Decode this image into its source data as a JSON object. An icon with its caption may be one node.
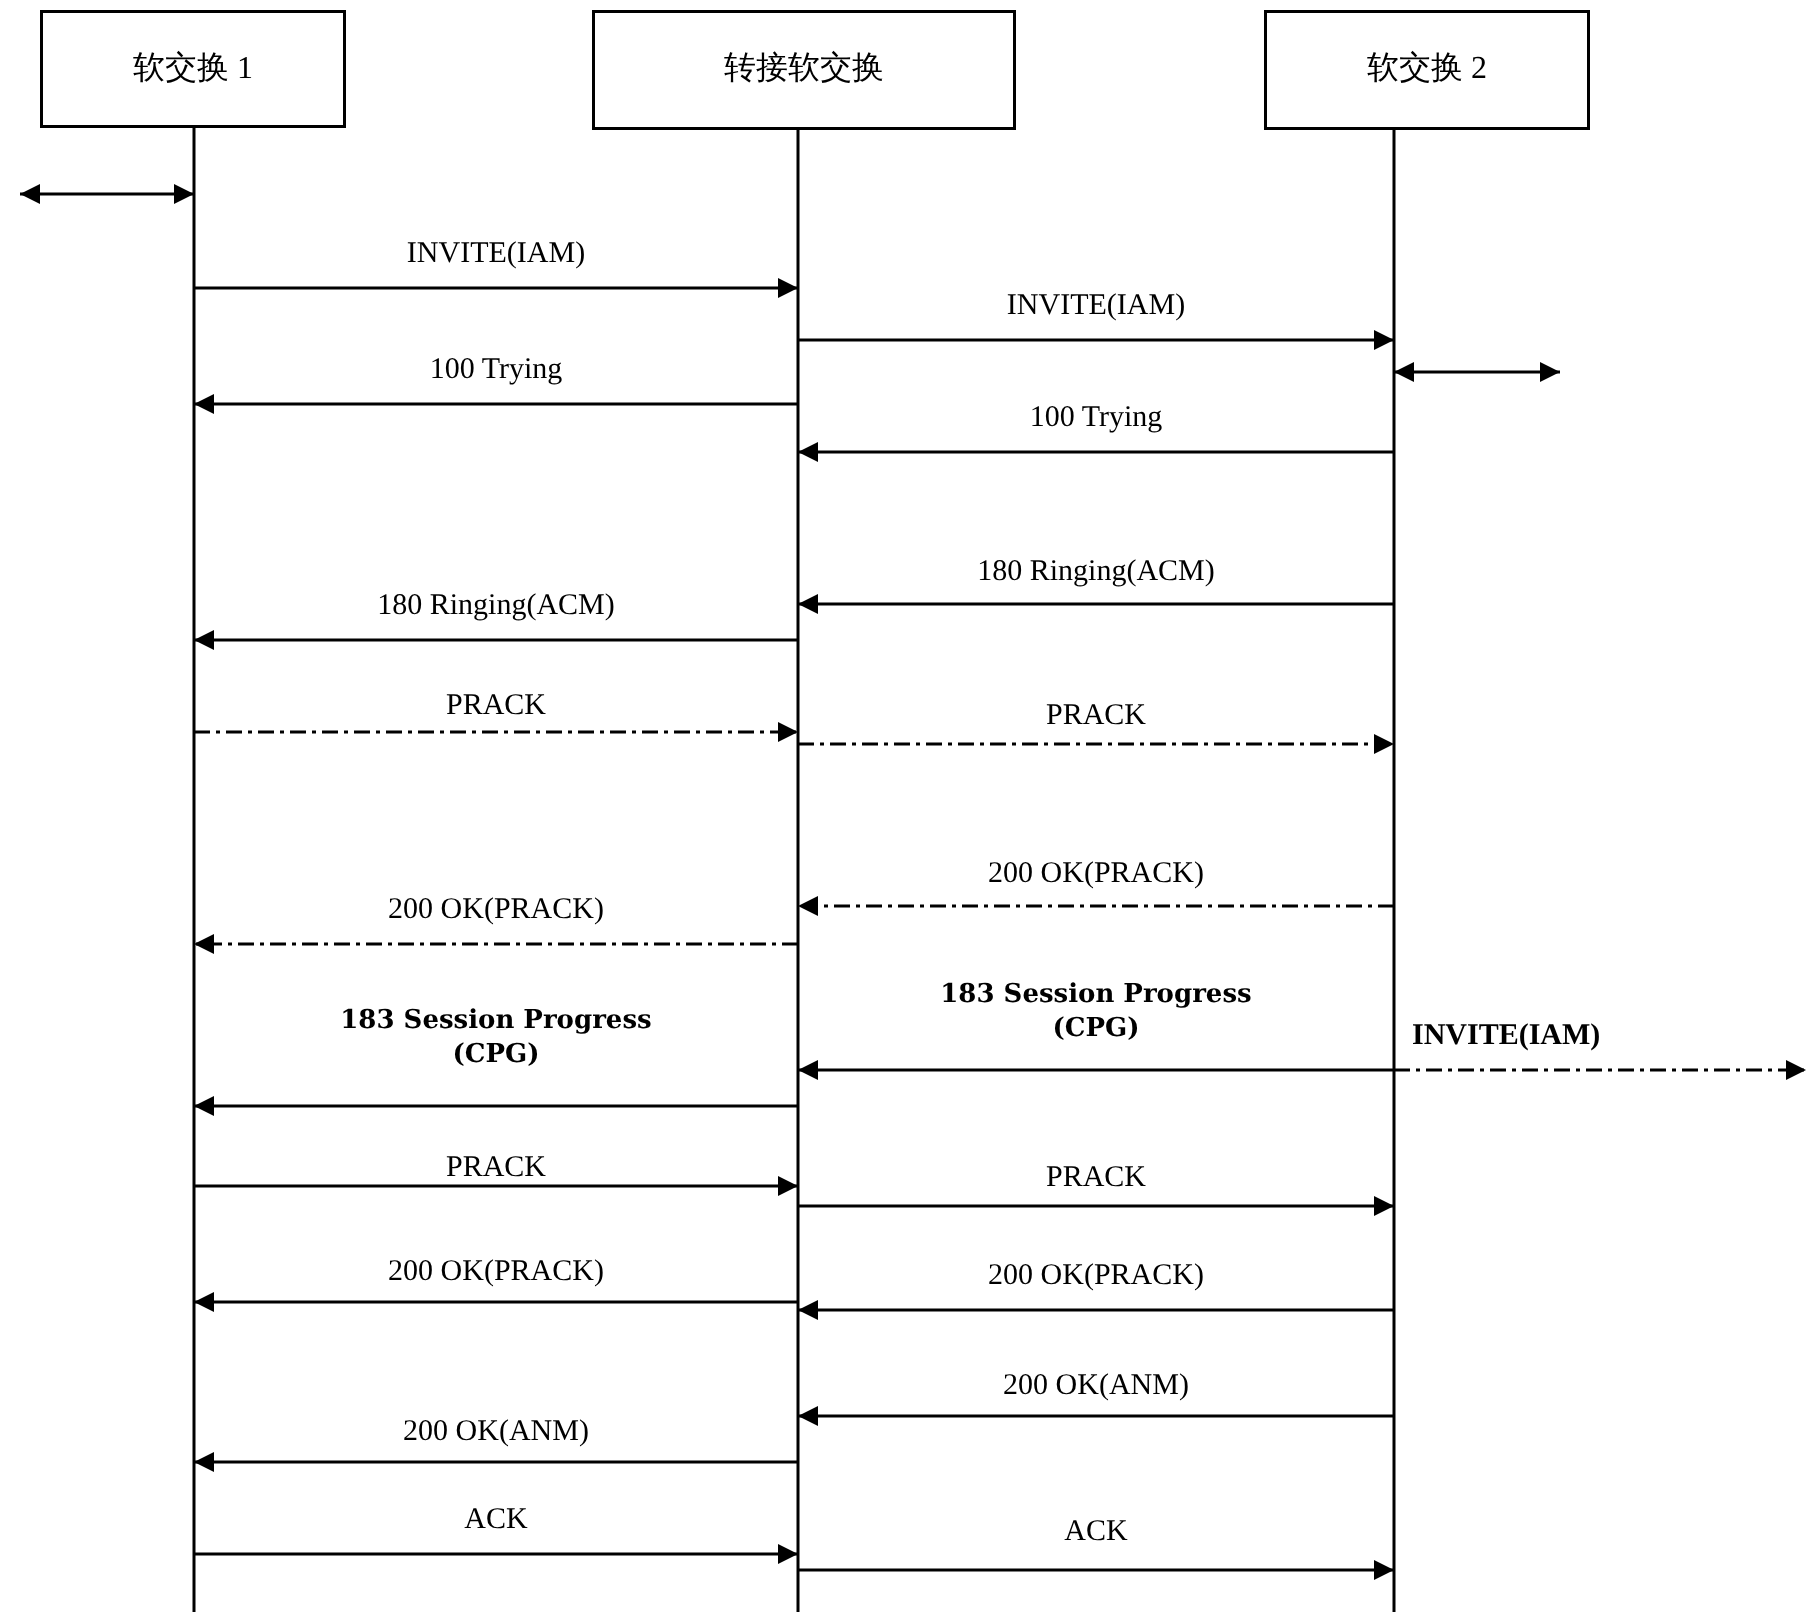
{
  "diagram": {
    "nodes": [
      {
        "text": [
          "软交换 1"
        ]
      },
      {
        "text": [
          "转接软交换"
        ]
      },
      {
        "text": [
          "软交换 2"
        ]
      }
    ],
    "edges": [
      {
        "from": null,
        "to": 0,
        "arrow": "both"
      },
      {
        "from": 0,
        "to": 1,
        "arrow": "to",
        "label": "INVITE(IAM)"
      },
      {
        "from": 1,
        "to": 2,
        "arrow": "to",
        "label": "INVITE(IAM)"
      },
      {
        "from": 2,
        "to": null,
        "arrow": "both"
      },
      {
        "from": 1,
        "to": 0,
        "arrow": "to",
        "label": "100 Trying"
      },
      {
        "from": 2,
        "to": 1,
        "arrow": "to",
        "label": "100 Trying"
      },
      {
        "from": 2,
        "to": 1,
        "arrow": "to",
        "label": "180 Ringing(ACM)"
      },
      {
        "from": 1,
        "to": 0,
        "arrow": "to",
        "label": "180 Ringing(ACM)"
      },
      {
        "from": 0,
        "to": 1,
        "arrow": "to",
        "label": "PRACK",
        "style": "dashed"
      },
      {
        "from": 1,
        "to": 2,
        "arrow": "to",
        "label": "PRACK",
        "style": "dashed"
      },
      {
        "from": 2,
        "to": 1,
        "arrow": "to",
        "label": "200 OK(PRACK)",
        "style": "dashed"
      },
      {
        "from": 1,
        "to": 0,
        "arrow": "to",
        "label": "200 OK(PRACK)",
        "style": "dashed"
      },
      {
        "from": 2,
        "to": 1,
        "arrow": "to",
        "label": "183 Session Progress (CPG)"
      },
      {
        "from": 2,
        "to": null,
        "arrow": "to",
        "label": "INVITE(IAM)",
        "style": "dashed"
      },
      {
        "from": 1,
        "to": 0,
        "arrow": "to",
        "label": "183 Session Progress (CPG)"
      },
      {
        "from": 0,
        "to": 1,
        "arrow": "to",
        "label": "PRACK"
      },
      {
        "from": 1,
        "to": 2,
        "arrow": "to",
        "label": "PRACK"
      },
      {
        "from": 2,
        "to": 1,
        "arrow": "to",
        "label": "200 OK(PRACK)"
      },
      {
        "from": 1,
        "to": 0,
        "arrow": "to",
        "label": "200 OK(PRACK)"
      },
      {
        "from": 2,
        "to": 1,
        "arrow": "to",
        "label": "200 OK(ANM)"
      },
      {
        "from": 1,
        "to": 0,
        "arrow": "to",
        "label": "200 OK(ANM)"
      },
      {
        "from": 0,
        "to": 1,
        "arrow": "to",
        "label": "ACK"
      },
      {
        "from": 1,
        "to": 2,
        "arrow": "to",
        "label": "ACK"
      }
    ]
  }
}
